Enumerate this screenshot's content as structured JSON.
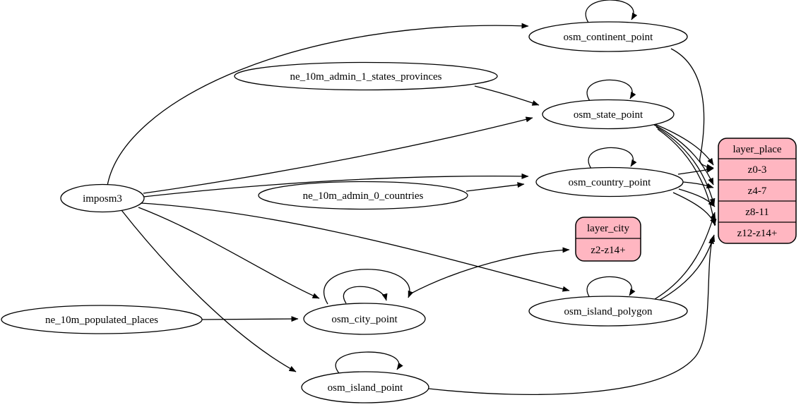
{
  "diagram": {
    "kind": "etl-graph",
    "colors": {
      "record_fill": "#ffb6c1",
      "ellipse_fill": "#ffffff",
      "stroke": "#000000",
      "background": "#ffffff"
    },
    "nodes": {
      "imposm3": {
        "label": "imposm3",
        "shape": "ellipse"
      },
      "ne_10m_admin_1_states_provinces": {
        "label": "ne_10m_admin_1_states_provinces",
        "shape": "ellipse"
      },
      "ne_10m_admin_0_countries": {
        "label": "ne_10m_admin_0_countries",
        "shape": "ellipse"
      },
      "ne_10m_populated_places": {
        "label": "ne_10m_populated_places",
        "shape": "ellipse"
      },
      "osm_continent_point": {
        "label": "osm_continent_point",
        "shape": "ellipse"
      },
      "osm_state_point": {
        "label": "osm_state_point",
        "shape": "ellipse"
      },
      "osm_country_point": {
        "label": "osm_country_point",
        "shape": "ellipse"
      },
      "osm_city_point": {
        "label": "osm_city_point",
        "shape": "ellipse"
      },
      "osm_island_polygon": {
        "label": "osm_island_polygon",
        "shape": "ellipse"
      },
      "osm_island_point": {
        "label": "osm_island_point",
        "shape": "ellipse"
      },
      "layer_city": {
        "title": "layer_city",
        "rows": [
          "z2-z14+"
        ],
        "shape": "record"
      },
      "layer_place": {
        "title": "layer_place",
        "rows": [
          "z0-3",
          "z4-7",
          "z8-11",
          "z12-z14+"
        ],
        "shape": "record"
      }
    },
    "edges": [
      {
        "from": "imposm3",
        "to": "osm_continent_point"
      },
      {
        "from": "imposm3",
        "to": "osm_state_point"
      },
      {
        "from": "imposm3",
        "to": "osm_country_point"
      },
      {
        "from": "imposm3",
        "to": "osm_city_point"
      },
      {
        "from": "imposm3",
        "to": "osm_island_polygon"
      },
      {
        "from": "imposm3",
        "to": "osm_island_point"
      },
      {
        "from": "ne_10m_admin_1_states_provinces",
        "to": "osm_state_point"
      },
      {
        "from": "ne_10m_admin_0_countries",
        "to": "osm_country_point"
      },
      {
        "from": "ne_10m_populated_places",
        "to": "osm_city_point"
      },
      {
        "from": "osm_continent_point",
        "to": "osm_continent_point"
      },
      {
        "from": "osm_state_point",
        "to": "osm_state_point"
      },
      {
        "from": "osm_country_point",
        "to": "osm_country_point"
      },
      {
        "from": "osm_city_point",
        "to": "osm_city_point"
      },
      {
        "from": "osm_city_point",
        "to": "osm_city_point"
      },
      {
        "from": "osm_island_polygon",
        "to": "osm_island_polygon"
      },
      {
        "from": "osm_island_point",
        "to": "osm_island_point"
      },
      {
        "from": "osm_continent_point",
        "to": "layer_place:z0-3"
      },
      {
        "from": "osm_state_point",
        "to": "layer_place:z0-3"
      },
      {
        "from": "osm_state_point",
        "to": "layer_place:z4-7"
      },
      {
        "from": "osm_state_point",
        "to": "layer_place:z8-11"
      },
      {
        "from": "osm_state_point",
        "to": "layer_place:z12-z14+"
      },
      {
        "from": "osm_country_point",
        "to": "layer_place:z0-3"
      },
      {
        "from": "osm_country_point",
        "to": "layer_place:z4-7"
      },
      {
        "from": "osm_country_point",
        "to": "layer_place:z8-11"
      },
      {
        "from": "osm_country_point",
        "to": "layer_place:z12-z14+"
      },
      {
        "from": "osm_island_polygon",
        "to": "layer_place:z8-11"
      },
      {
        "from": "osm_island_polygon",
        "to": "layer_place:z12-z14+"
      },
      {
        "from": "osm_island_point",
        "to": "layer_place:z12-z14+"
      },
      {
        "from": "osm_city_point",
        "to": "layer_city:z2-z14+"
      }
    ]
  }
}
